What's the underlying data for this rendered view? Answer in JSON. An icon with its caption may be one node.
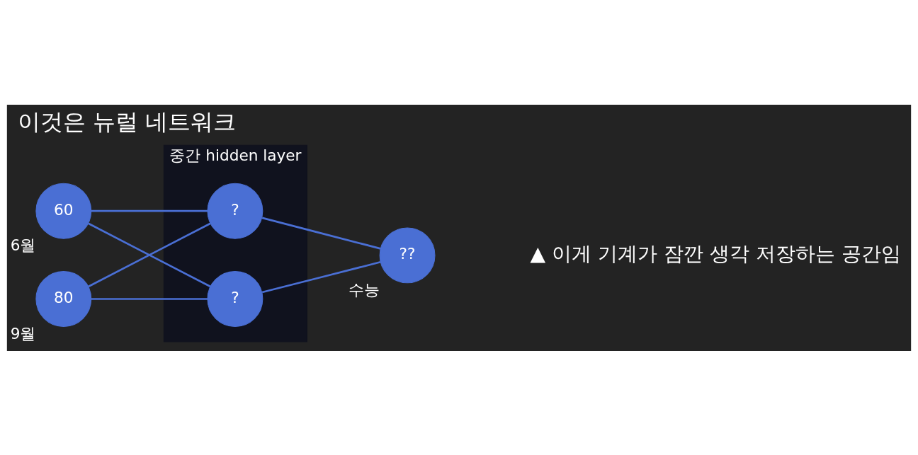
{
  "diagram": {
    "title": "이것은 뉴럴 네트워크",
    "nodes": [
      {
        "text": [
          "60"
        ],
        "beside": [
          "6월"
        ]
      },
      {
        "text": [
          "80"
        ],
        "beside": [
          "9월"
        ]
      },
      {
        "text": [
          "중간 hidden layer"
        ]
      },
      {
        "text": [
          "?"
        ],
        "in": 2
      },
      {
        "text": [
          "?"
        ],
        "in": 2
      },
      {
        "text": [
          "??"
        ],
        "beside": [
          "수능"
        ]
      }
    ],
    "edges": [
      {
        "from": 0,
        "to": 3,
        "arrow": "none"
      },
      {
        "from": 0,
        "to": 4,
        "arrow": "none"
      },
      {
        "from": 1,
        "to": 3,
        "arrow": "none"
      },
      {
        "from": 1,
        "to": 4,
        "arrow": "none"
      },
      {
        "from": 3,
        "to": 5,
        "arrow": "none"
      },
      {
        "from": 4,
        "to": 5,
        "arrow": "none"
      }
    ],
    "labels": [
      "▲ 이게 기계가 잠깐 생각 저장하는 공간임"
    ]
  }
}
